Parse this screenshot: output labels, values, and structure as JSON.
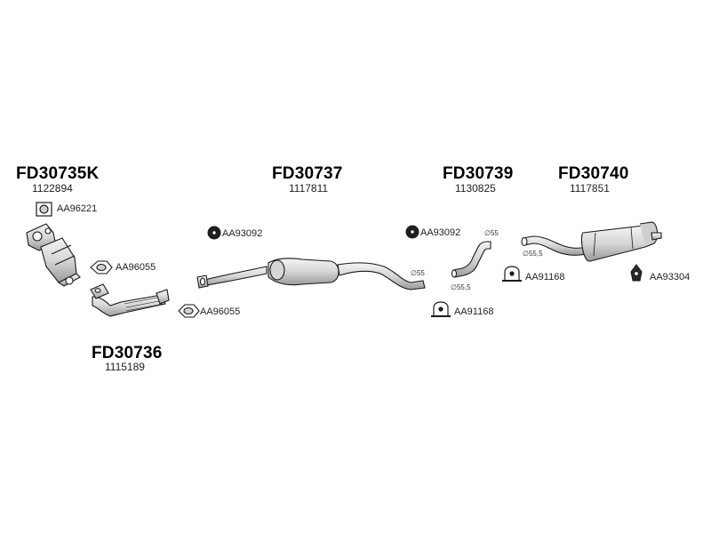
{
  "groups": [
    {
      "code": "FD30735K",
      "ref": "1122894"
    },
    {
      "code": "FD30736",
      "ref": "1115189"
    },
    {
      "code": "FD30737",
      "ref": "1117811"
    },
    {
      "code": "FD30739",
      "ref": "1130825"
    },
    {
      "code": "FD30740",
      "ref": "1117851"
    }
  ],
  "accessories": {
    "gasket_1": "AA96221",
    "gasket_2": "AA96055",
    "gasket_3": "AA96055",
    "hanger_1": "AA93092",
    "hanger_2": "AA93092",
    "clamp_1": "AA91168",
    "clamp_2": "AA91168",
    "hanger_3": "AA93304"
  },
  "diameters": {
    "d1": "∅55",
    "d2": "∅55",
    "d3": "∅55,5",
    "d4": "∅55,5"
  },
  "icons": {
    "gasket": "gasket-icon",
    "rubber_hanger": "rubber-hanger-icon",
    "clamp": "clamp-icon"
  },
  "colors": {
    "line": "#1a1a1a",
    "fill": "#e6e6e6",
    "shade": "#bdbdbd"
  }
}
